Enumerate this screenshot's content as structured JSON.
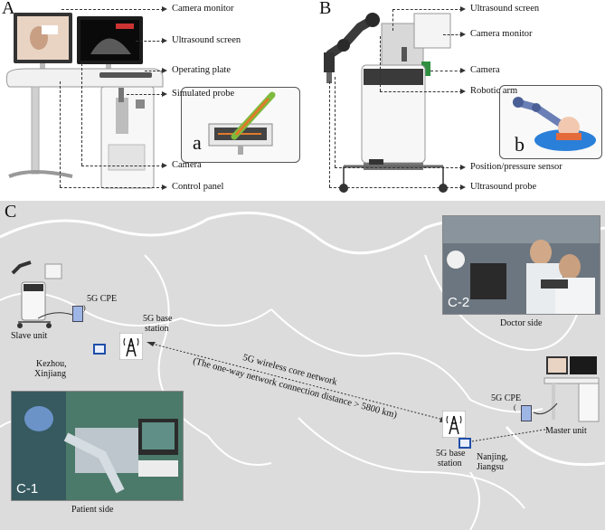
{
  "panel_a": {
    "letter": "A",
    "inset_letter": "a",
    "labels": {
      "camera_monitor": "Camera monitor",
      "ultrasound_screen": "Ultrasound screen",
      "operating_plate": "Operating plate",
      "simulated_probe": "Simulated probe",
      "camera": "Camera",
      "control_panel": "Control panel"
    }
  },
  "panel_b": {
    "letter": "B",
    "inset_letter": "b",
    "labels": {
      "ultrasound_screen": "Ultrasound screen",
      "camera_monitor": "Camera monitor",
      "camera": "Camera",
      "robotic_arm": "Robotic arm",
      "position_pressure_sensor": "Position/pressure sensor",
      "ultrasound_probe": "Ultrasound probe"
    }
  },
  "panel_c": {
    "letter": "C",
    "slave_unit": "Slave unit",
    "master_unit": "Master unit",
    "cpe_left": "5G CPE",
    "cpe_right": "5G CPE",
    "base_left_line1": "5G base",
    "base_left_line2": "station",
    "base_right_line1": "5G base",
    "base_right_line2": "station",
    "city_left_line1": "Kezhou,",
    "city_left_line2": "Xinjiang",
    "city_right_line1": "Nanjing,",
    "city_right_line2": "Jiangsu",
    "network_line1": "5G wireless core network",
    "network_line2": "(The one-way network connection distance  > 5800 km)",
    "doctor_side": "Doctor side",
    "patient_side": "Patient side",
    "photo_c2": "C-2",
    "photo_c1": "C-1"
  },
  "colors": {
    "map_land": "#dcdcdc",
    "map_border": "#ffffff",
    "cpe_fill": "#9db6e6",
    "probe_accent": "#e07a2a",
    "robot_accent": "#2a7fd9"
  }
}
